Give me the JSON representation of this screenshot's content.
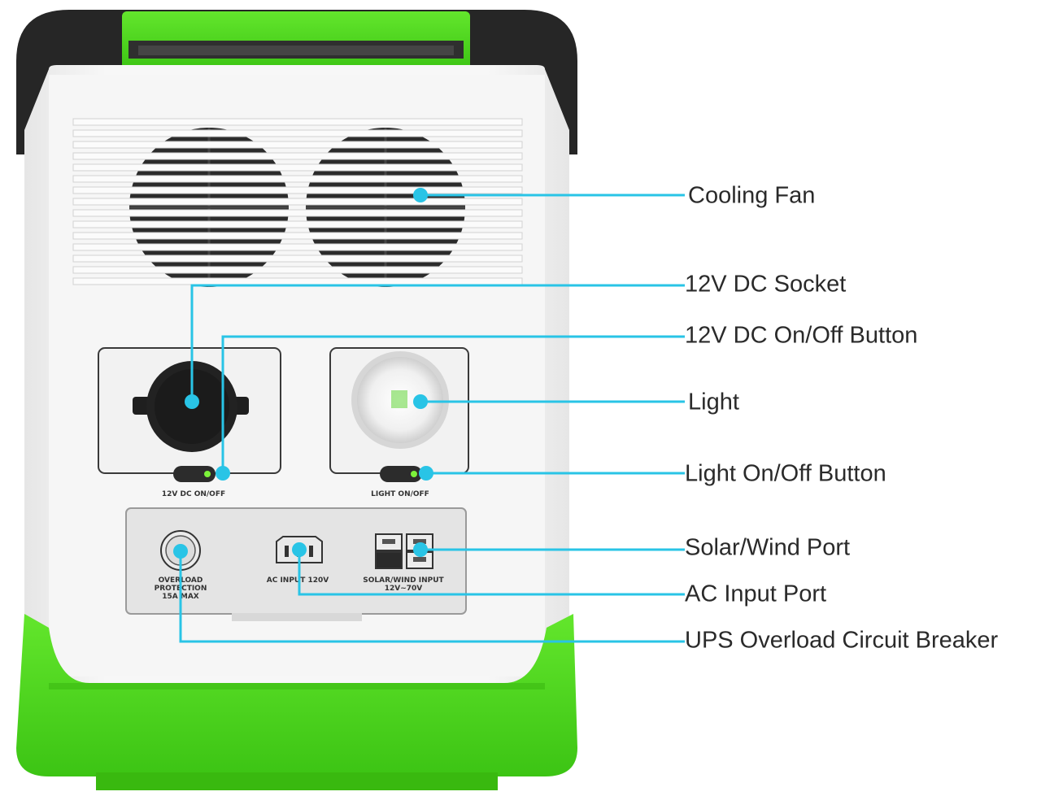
{
  "colors": {
    "callout": "#29c4e6",
    "brand_green": "#4fd81f",
    "brand_green_dark": "#36b811",
    "casing_black": "#2a2a2a",
    "body_white": "#f4f4f4",
    "panel_grey": "#e2e2e2"
  },
  "callouts": [
    {
      "id": "cooling-fan",
      "label": "Cooling Fan"
    },
    {
      "id": "dc-socket",
      "label": "12V DC Socket"
    },
    {
      "id": "dc-button",
      "label": "12V DC On/Off Button"
    },
    {
      "id": "light",
      "label": "Light"
    },
    {
      "id": "light-button",
      "label": "Light On/Off Button"
    },
    {
      "id": "solar-port",
      "label": "Solar/Wind Port"
    },
    {
      "id": "ac-port",
      "label": "AC Input Port"
    },
    {
      "id": "ups-breaker",
      "label": "UPS Overload Circuit Breaker"
    }
  ],
  "device": {
    "dc_switch_caption": "12V DC ON/OFF",
    "light_switch_caption": "LIGHT ON/OFF",
    "breaker_caption": [
      "OVERLOAD",
      "PROTECTION",
      "15A MAX"
    ],
    "ac_caption": "AC INPUT 120V",
    "solar_caption": [
      "SOLAR/WIND INPUT",
      "12V~70V"
    ]
  }
}
